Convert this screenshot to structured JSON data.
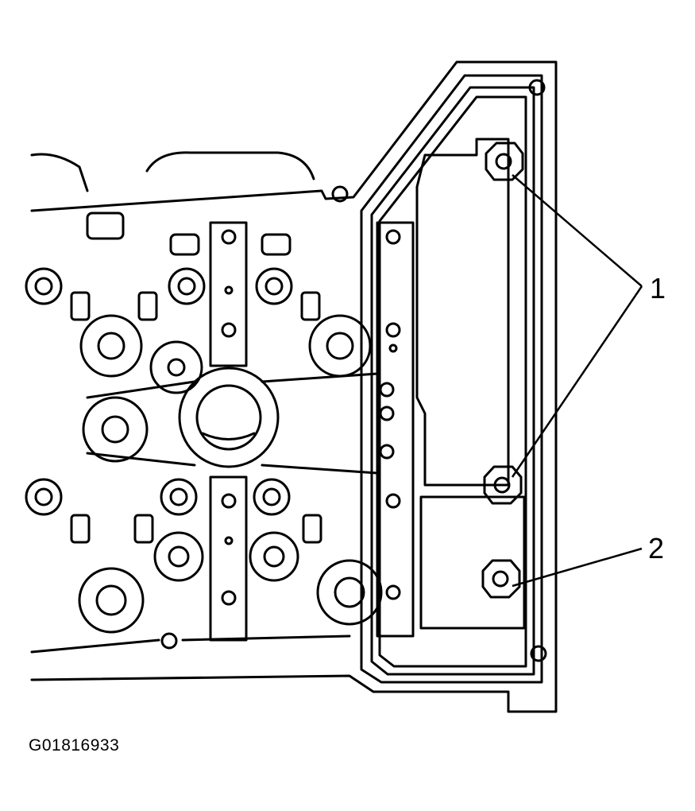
{
  "figure": {
    "id": "G01816933",
    "callouts": [
      {
        "number": "1"
      },
      {
        "number": "2"
      }
    ]
  }
}
